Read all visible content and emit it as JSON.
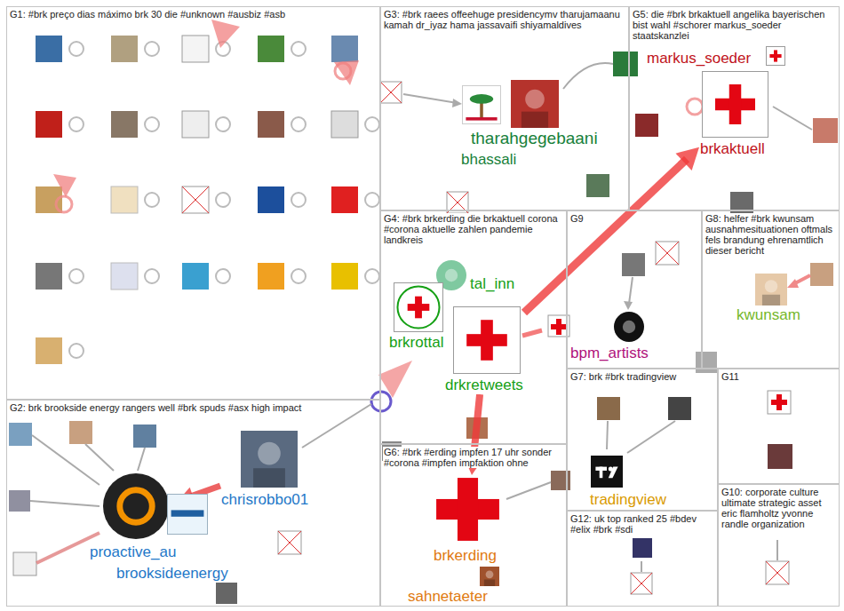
{
  "diagram": {
    "nodes": [
      {
        "text": [
          "G1: #brk preço dias máximo brk 30 die #unknown #ausbiz #asb"
        ]
      },
      {
        "text": [
          "G3: #brk raees offeehuge presidencymv tharujamaanu kamah dr_iyaz hama jassavaifi shiyamaldives"
        ]
      },
      {
        "text": [
          "tharahgegebaani"
        ],
        "in": 1
      },
      {
        "text": [
          "bhassali"
        ],
        "in": 1
      },
      {
        "text": [
          "G5: die #brk brkaktuell angelika bayerischen bist wahl #schorer markus_soeder staatskanzlei"
        ]
      },
      {
        "text": [
          "markus_soeder"
        ],
        "in": 4
      },
      {
        "text": [
          "brkaktuell"
        ],
        "in": 4
      },
      {
        "text": [
          "G4: #brk brkerding die brkaktuell corona #corona aktuelle zahlen pandemie landkreis"
        ]
      },
      {
        "text": [
          "tal_inn"
        ],
        "in": 7
      },
      {
        "text": [
          "brkrottal"
        ],
        "in": 7
      },
      {
        "text": [
          "drkretweets"
        ],
        "in": 7
      },
      {
        "text": [
          "G9"
        ]
      },
      {
        "text": [
          "bpm_artists"
        ],
        "in": 11
      },
      {
        "text": [
          "G8: helfer #brk kwunsam ausnahmesituationen oftmals fels brandung ehrenamtlich dieser bericht"
        ]
      },
      {
        "text": [
          "kwunsam"
        ],
        "in": 13
      },
      {
        "text": [
          "G2: brk brookside energy rangers well #brk spuds #asx high impact"
        ]
      },
      {
        "text": [
          "chrisrobbo01"
        ],
        "in": 15
      },
      {
        "text": [
          "proactive_au"
        ],
        "in": 15
      },
      {
        "text": [
          "brooksideenergy"
        ],
        "in": 15
      },
      {
        "text": [
          "G6: #brk #erding impfen 17 uhr sonder #corona #impfen impfaktion ohne"
        ]
      },
      {
        "text": [
          "brkerding"
        ],
        "in": 19
      },
      {
        "text": [
          "sahnetaeter"
        ],
        "in": 19
      },
      {
        "text": [
          "G7: brk #brk tradingview"
        ]
      },
      {
        "text": [
          "tradingview"
        ],
        "in": 22
      },
      {
        "text": [
          "G11"
        ]
      },
      {
        "text": [
          "G12: uk top ranked 25 #bdev #elix #brk #sdi"
        ]
      },
      {
        "text": [
          "G10: corporate culture ultimate strategic asset eric flamholtz yvonne randle organization"
        ]
      }
    ],
    "edges": [
      {
        "from": 10,
        "to": 6,
        "arrow": "to"
      },
      {
        "from": 10,
        "to": 20,
        "arrow": "to"
      },
      {
        "from": 16,
        "to": 17,
        "arrow": "to"
      }
    ]
  }
}
